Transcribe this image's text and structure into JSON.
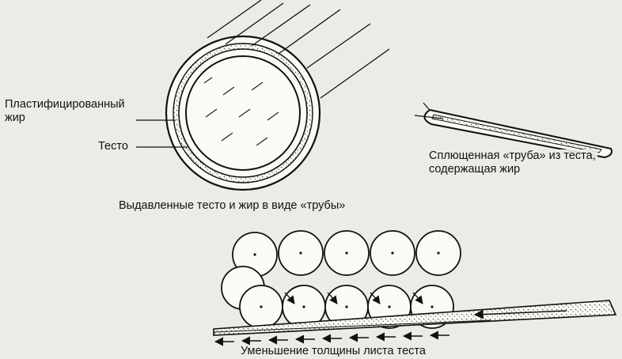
{
  "labels": {
    "plasticized_fat": "Пластифицированный\nжир",
    "dough": "Тесто",
    "extruded_tube": "Выдавленные тесто и жир в виде «трубы»",
    "flattened_tube": "Сплющенная «труба» из теста,\nсодержащая жир",
    "sheet_thinning": "Уменьшение толщины листа теста"
  },
  "colors": {
    "ink": "#111111",
    "paper": "#ecebe6",
    "bleed_text": "#555555"
  }
}
